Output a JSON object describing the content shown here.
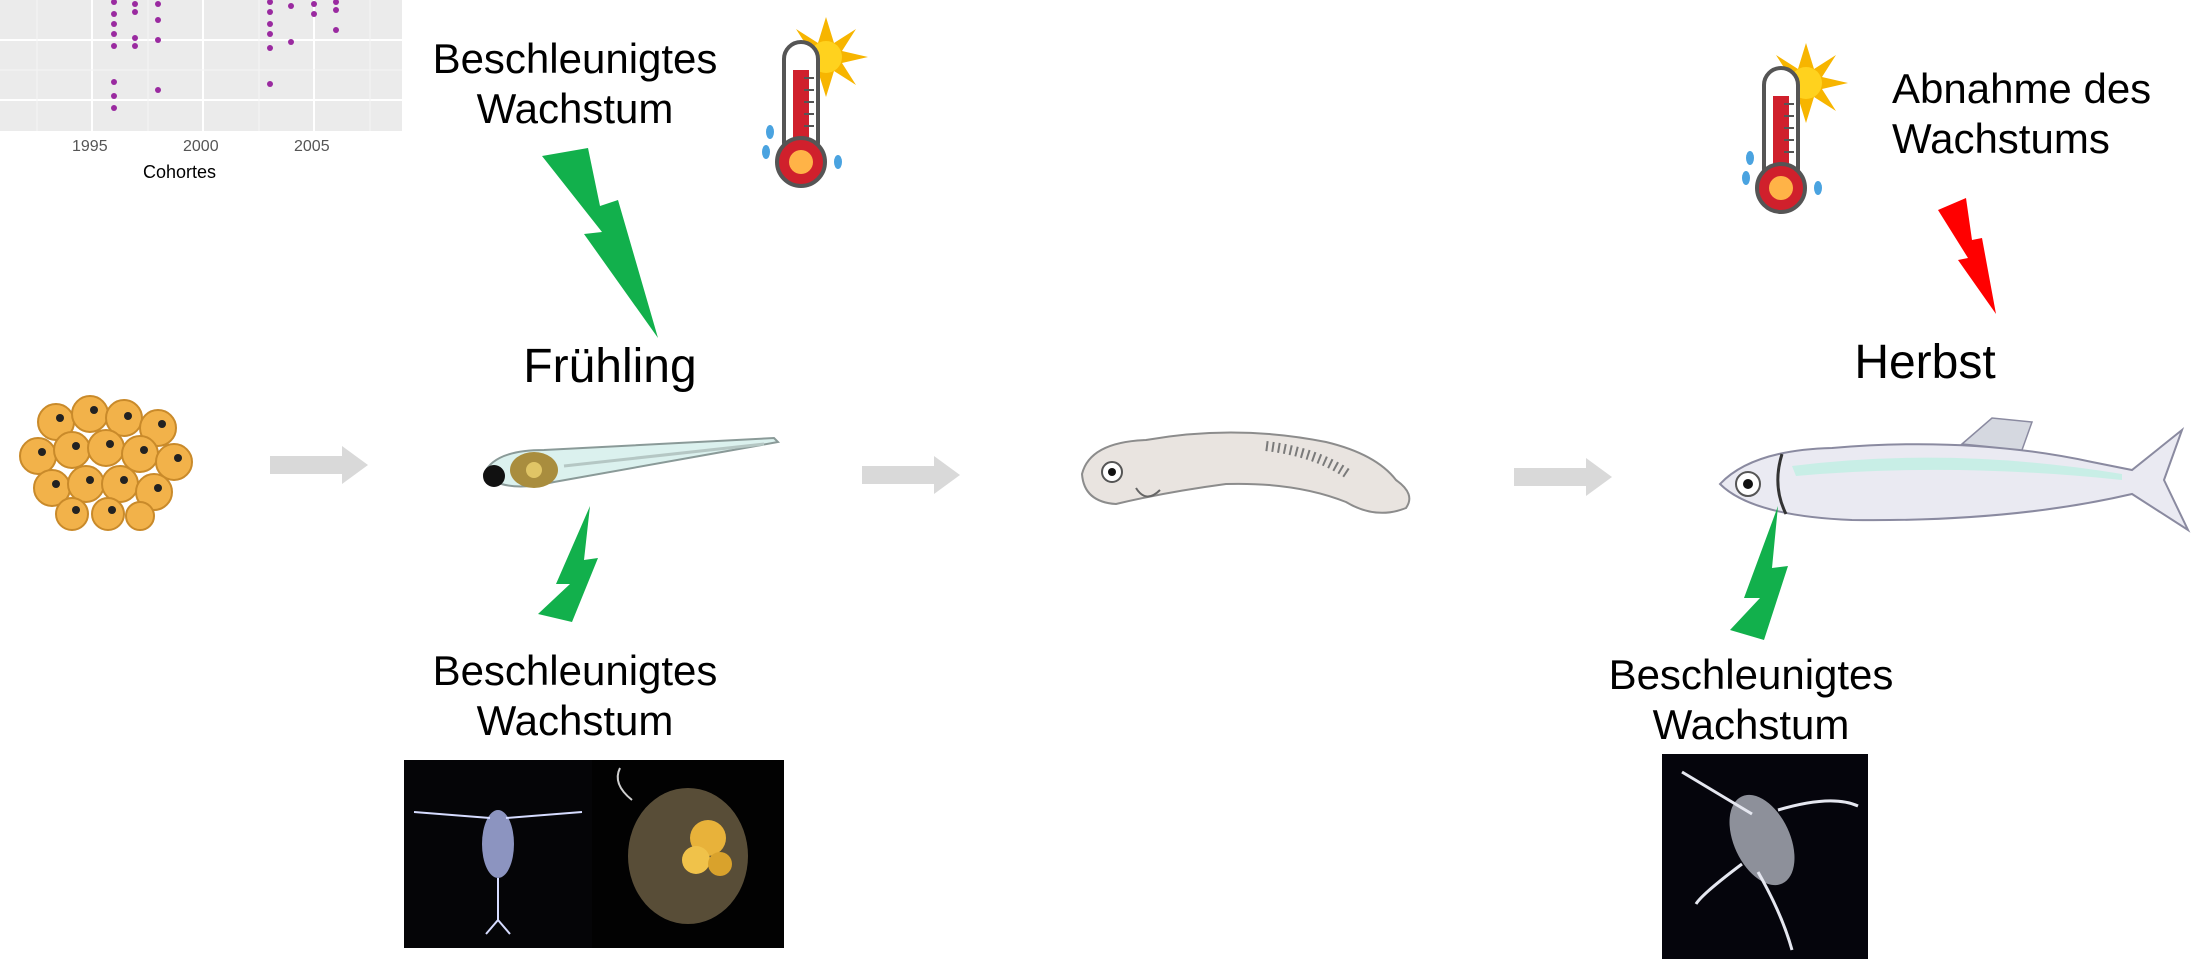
{
  "plot_fragment": {
    "x_ticks": [
      "1995",
      "2000",
      "2005"
    ],
    "x_label": "Cohortes",
    "point_color": "#9a2aa0"
  },
  "labels": {
    "spring_season": "Frühling",
    "autumn_season": "Herbst",
    "accel_growth_line1": "Beschleunigtes",
    "accel_growth_line2": "Wachstum",
    "decrease_line1": "Abnahme des",
    "decrease_line2": "Wachstums"
  },
  "colors": {
    "green_bolt": "#12b04c",
    "red_bolt": "#ff0000",
    "arrow_gray": "#d9d9d9",
    "egg_yellow": "#f2b24a",
    "thermo_red": "#d0202c"
  }
}
